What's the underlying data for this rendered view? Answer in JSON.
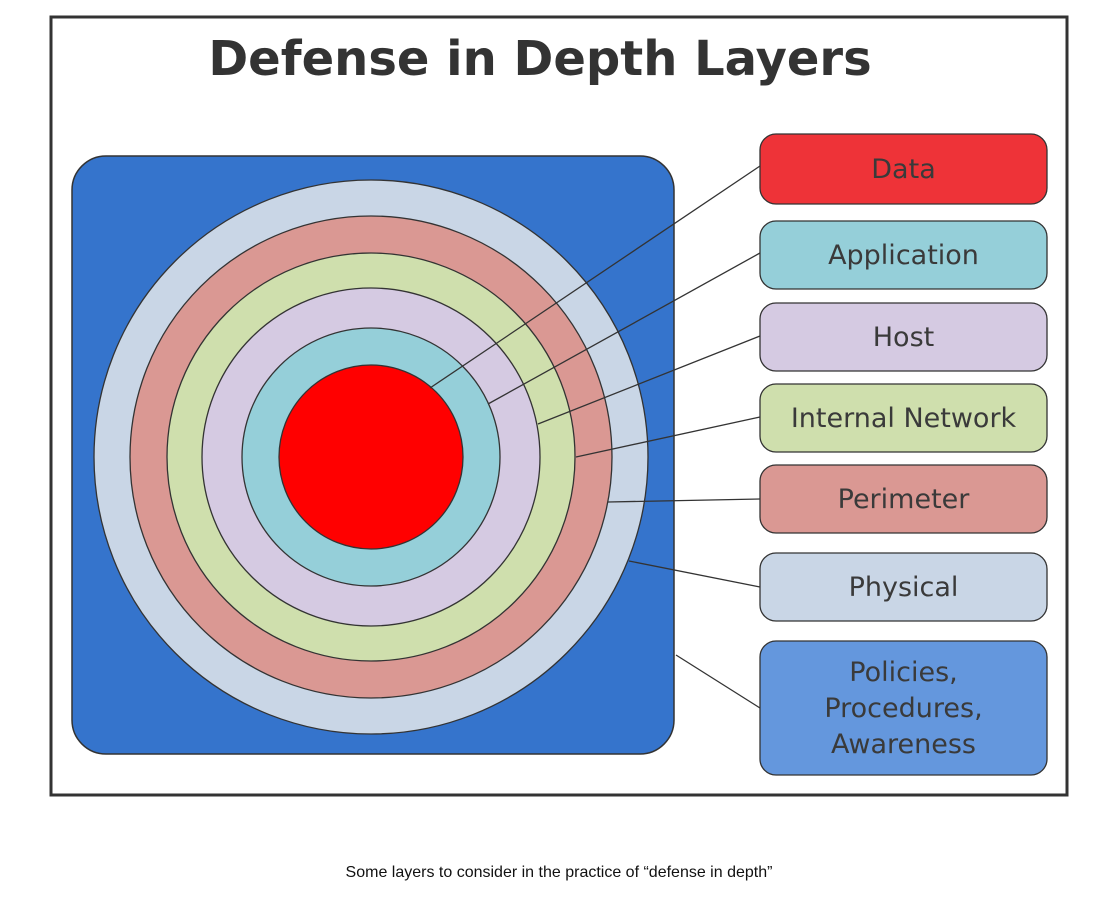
{
  "title": "Defense in Depth Layers",
  "caption": "Some layers to consider in the practice of “defense in depth”",
  "layers": [
    {
      "id": "data",
      "label": [
        "Data"
      ],
      "color": "#ee3338",
      "ring_color": "#ff0000"
    },
    {
      "id": "application",
      "label": [
        "Application"
      ],
      "color": "#95cfd9",
      "ring_color": "#95cfd9"
    },
    {
      "id": "host",
      "label": [
        "Host"
      ],
      "color": "#d5cae2",
      "ring_color": "#d5cae2"
    },
    {
      "id": "internal-network",
      "label": [
        "Internal Network"
      ],
      "color": "#cfdfad",
      "ring_color": "#cfdfad"
    },
    {
      "id": "perimeter",
      "label": [
        "Perimeter"
      ],
      "color": "#da9893",
      "ring_color": "#da9893"
    },
    {
      "id": "physical",
      "label": [
        "Physical"
      ],
      "color": "#c9d6e6",
      "ring_color": "#c9d6e6"
    },
    {
      "id": "policies",
      "label": [
        "Policies,",
        "Procedures,",
        "Awareness"
      ],
      "color": "#6497dd",
      "ring_color": "#3574cc"
    }
  ]
}
